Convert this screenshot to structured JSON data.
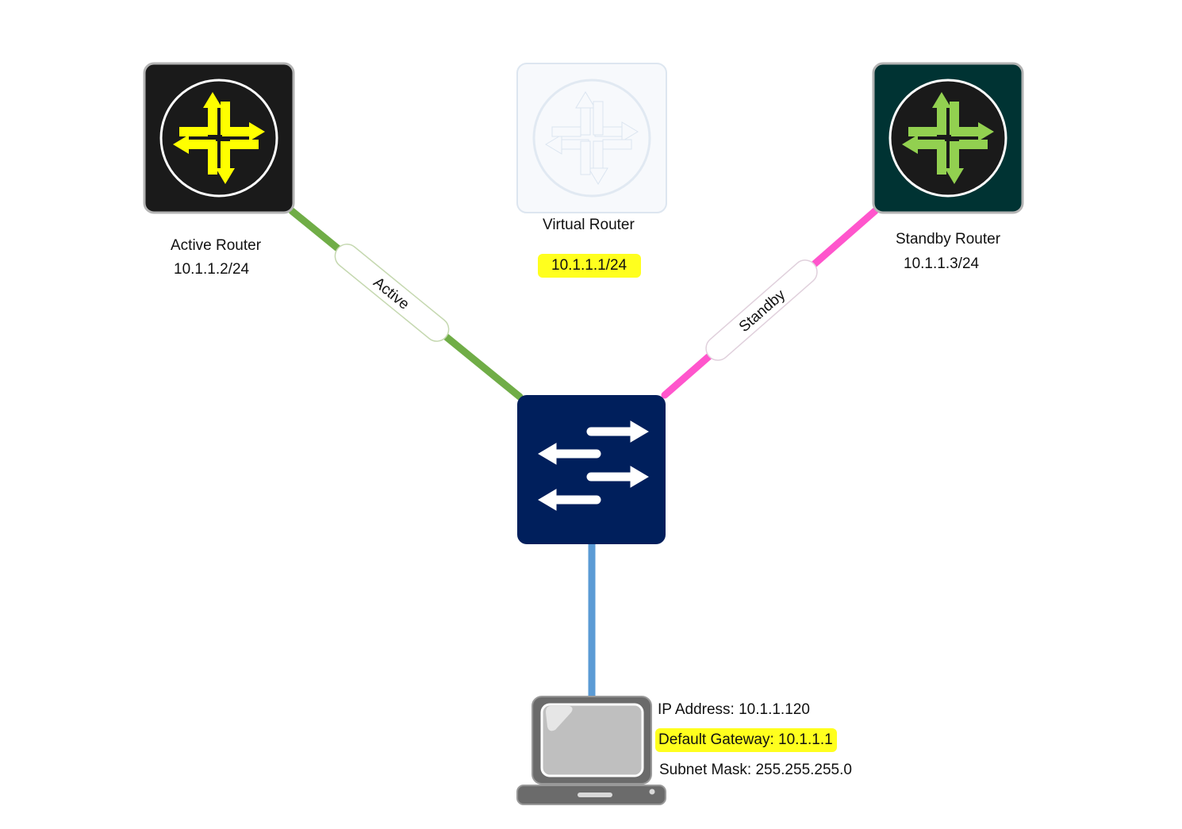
{
  "active_router": {
    "name": "Active Router",
    "ip": "10.1.1.2/24",
    "icon": "router-icon",
    "colors": {
      "box": "#1a1a1a",
      "arrows": "#ffff00"
    }
  },
  "virtual_router": {
    "name": "Virtual Router",
    "ip": "10.1.1.1/24",
    "icon": "router-icon",
    "colors": {
      "box": "#f7f9fc",
      "arrows": "#dbe5f0"
    }
  },
  "standby_router": {
    "name": "Standby Router",
    "ip": "10.1.1.3/24",
    "icon": "router-icon",
    "colors": {
      "box": "#003333",
      "arrows": "#92d050"
    }
  },
  "switch": {
    "icon": "switch-icon",
    "color": "#001f5c"
  },
  "links": {
    "active": {
      "label": "Active",
      "color": "#70ad47"
    },
    "standby": {
      "label": "Standby",
      "color": "#ff55cc"
    },
    "host": {
      "color": "#5b9bd5"
    }
  },
  "host": {
    "icon": "laptop-icon",
    "ip_address": "IP Address: 10.1.1.120",
    "default_gateway": "Default Gateway: 10.1.1.1",
    "subnet_mask": "Subnet Mask: 255.255.255.0"
  },
  "highlight_color": "#ffff1e"
}
